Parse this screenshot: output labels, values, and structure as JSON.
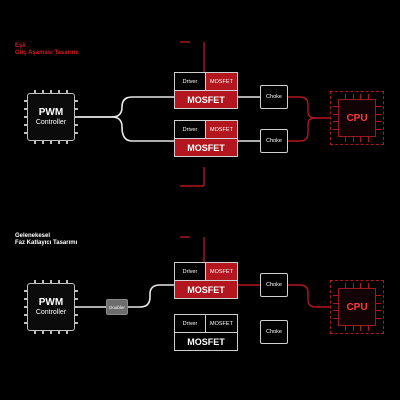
{
  "top_caption": {
    "line1": "Eşli",
    "line2": "Güç Aşaması Tasarımı"
  },
  "bottom_caption": {
    "line1": "Gelenekesel",
    "line2": "Faz Katlayıcı Tasarımı"
  },
  "pwm": {
    "title": "PWM",
    "subtitle": "Controller"
  },
  "mosfet_small": {
    "driver": "Driver",
    "mosfet": "MOSFET"
  },
  "mosfet_large_label": "MOSFET",
  "choke_label": "Choke",
  "cpu_label": "CPU",
  "doubler_label": "Doubler",
  "colors": {
    "accent_red": "#b3161e",
    "line_white": "#cfcfcf",
    "background": "#000000"
  }
}
